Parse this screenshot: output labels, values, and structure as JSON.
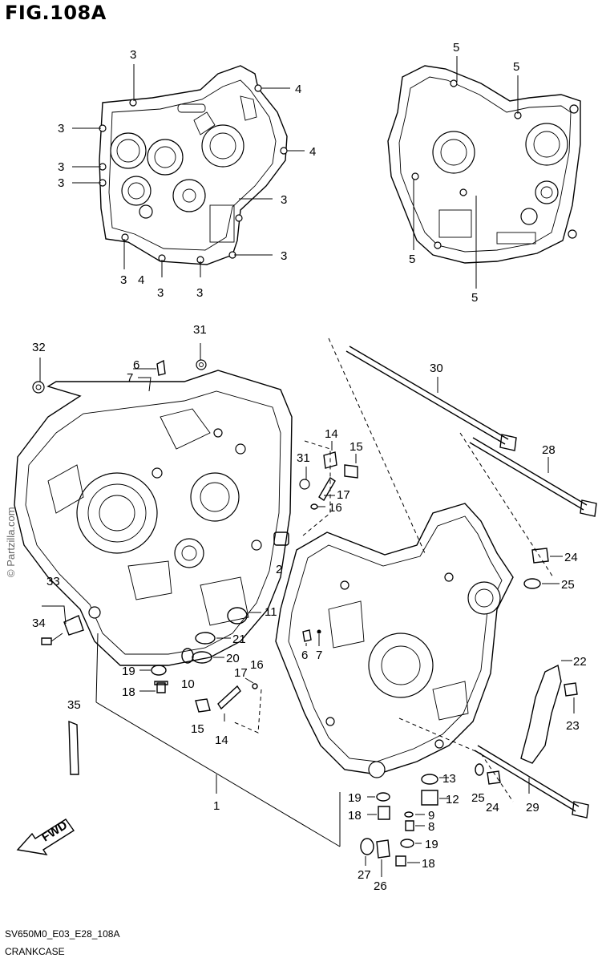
{
  "figure": {
    "title": "FIG.108A",
    "code": "SV650M0_E03_E28_108A",
    "caption": "CRANKCASE",
    "watermark": "© Partzilla.com",
    "fwd_label": "FWD"
  },
  "callouts": {
    "c1": "1",
    "c2": "2",
    "c3": "3",
    "c4": "4",
    "c5": "5",
    "c6": "6",
    "c7": "7",
    "c8": "8",
    "c9": "9",
    "c10": "10",
    "c11": "11",
    "c12": "12",
    "c13": "13",
    "c14": "14",
    "c15": "15",
    "c16": "16",
    "c17": "17",
    "c18": "18",
    "c19": "19",
    "c20": "20",
    "c21": "21",
    "c22": "22",
    "c23": "23",
    "c24": "24",
    "c25": "25",
    "c26": "26",
    "c27": "27",
    "c28": "28",
    "c29": "29",
    "c30": "30",
    "c31": "31",
    "c32": "32",
    "c33": "33",
    "c34": "34",
    "c35": "35"
  }
}
